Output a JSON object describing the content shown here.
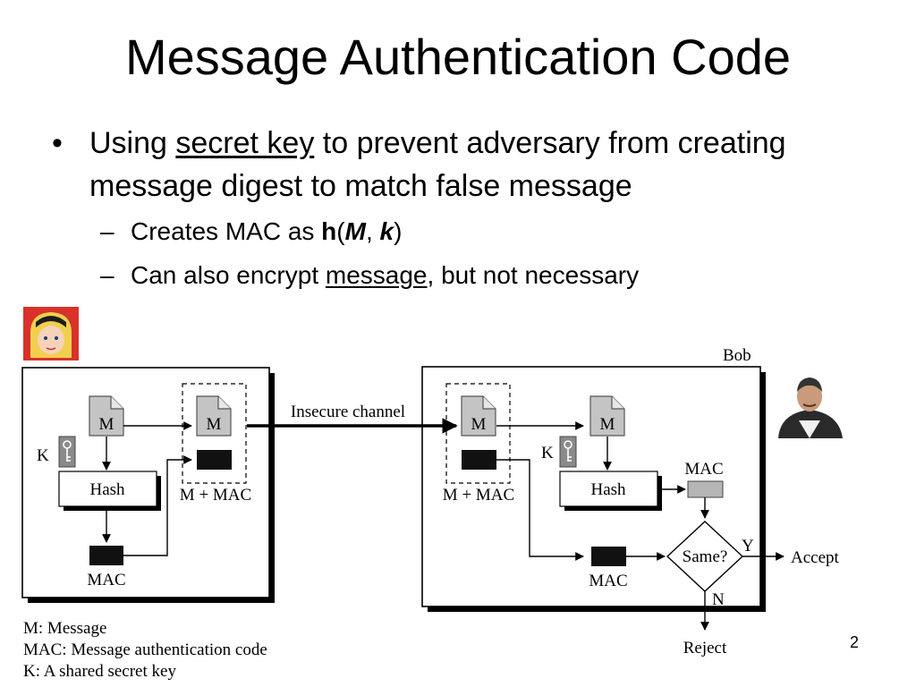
{
  "slide": {
    "title": "Message Authentication Code",
    "bullet": {
      "marker": "•",
      "text_before": "Using ",
      "underlined": "secret key",
      "text_after": " to prevent adversary from creating message digest to match false message"
    },
    "sub_bullets": [
      {
        "marker": "–",
        "prefix": "Creates MAC as ",
        "func": "h",
        "open": "(",
        "arg1": "M",
        "sep": ", ",
        "arg2": "k",
        "close": ")"
      },
      {
        "marker": "–",
        "prefix": "Can also encrypt ",
        "underlined": "message",
        "suffix": ", but not necessary"
      }
    ],
    "page_number": "2"
  },
  "diagram": {
    "doc_label": "M",
    "key_label": "K",
    "hash_label": "Hash",
    "mac_label": "MAC",
    "m_plus_mac_label": "M + MAC",
    "channel_label": "Insecure channel",
    "bob_label": "Bob",
    "compare_label": "Same?",
    "yes_label": "Y",
    "no_label": "N",
    "accept_label": "Accept",
    "reject_label": "Reject",
    "legend": [
      "M: Message",
      "MAC: Message authentication code",
      "K: A shared secret key"
    ]
  }
}
